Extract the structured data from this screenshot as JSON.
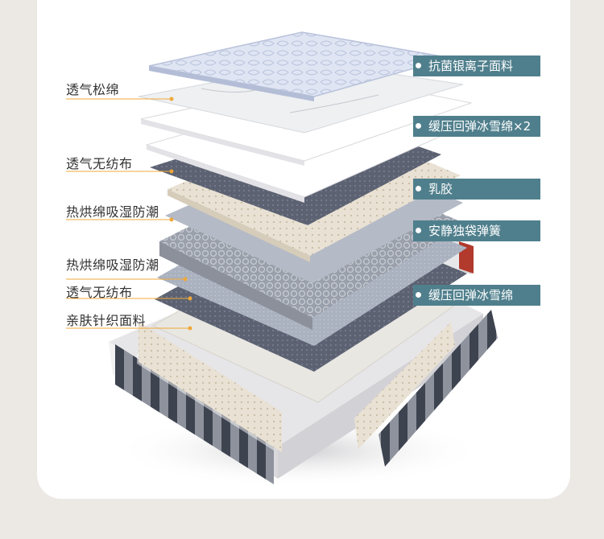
{
  "left_labels": [
    {
      "text": "透气松绵"
    },
    {
      "text": "透气无纺布"
    },
    {
      "text": "热烘绵吸湿防潮"
    },
    {
      "text": "热烘绵吸湿防潮"
    },
    {
      "text": "透气无纺布"
    },
    {
      "text": "亲肤针织面料"
    }
  ],
  "right_tags": [
    {
      "text": "抗菌银离子面料"
    },
    {
      "text": "缓压回弹冰雪绵×2"
    },
    {
      "text": "乳胶"
    },
    {
      "text": "安静独袋弹簧"
    },
    {
      "text": "缓压回弹冰雪绵"
    }
  ],
  "colors": {
    "tag_bg": "#4f7f8c",
    "leader_line": "#f0a838",
    "background": "#ece9e5"
  }
}
